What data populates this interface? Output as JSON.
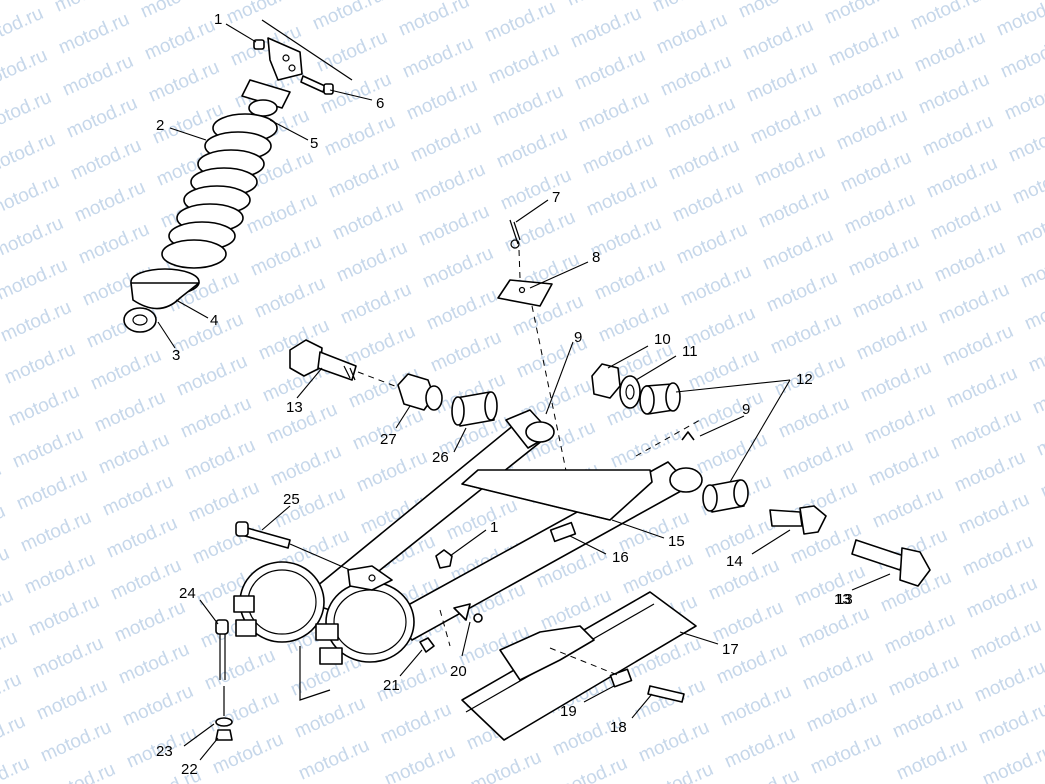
{
  "watermark": {
    "text": "motod.ru",
    "color": "#c6d7ea"
  },
  "callouts": [
    {
      "n": "1"
    },
    {
      "n": "2"
    },
    {
      "n": "3"
    },
    {
      "n": "4"
    },
    {
      "n": "5"
    },
    {
      "n": "6"
    },
    {
      "n": "7"
    },
    {
      "n": "8"
    },
    {
      "n": "9"
    },
    {
      "n": "10"
    },
    {
      "n": "11"
    },
    {
      "n": "12"
    },
    {
      "n": "13"
    },
    {
      "n": "9"
    },
    {
      "n": "13"
    },
    {
      "n": "27"
    },
    {
      "n": "26"
    },
    {
      "n": "25"
    },
    {
      "n": "1"
    },
    {
      "n": "15"
    },
    {
      "n": "16"
    },
    {
      "n": "14"
    },
    {
      "n": "13"
    },
    {
      "n": "24"
    },
    {
      "n": "17"
    },
    {
      "n": "20"
    },
    {
      "n": "21"
    },
    {
      "n": "19"
    },
    {
      "n": "18"
    },
    {
      "n": "23"
    },
    {
      "n": "22"
    }
  ]
}
